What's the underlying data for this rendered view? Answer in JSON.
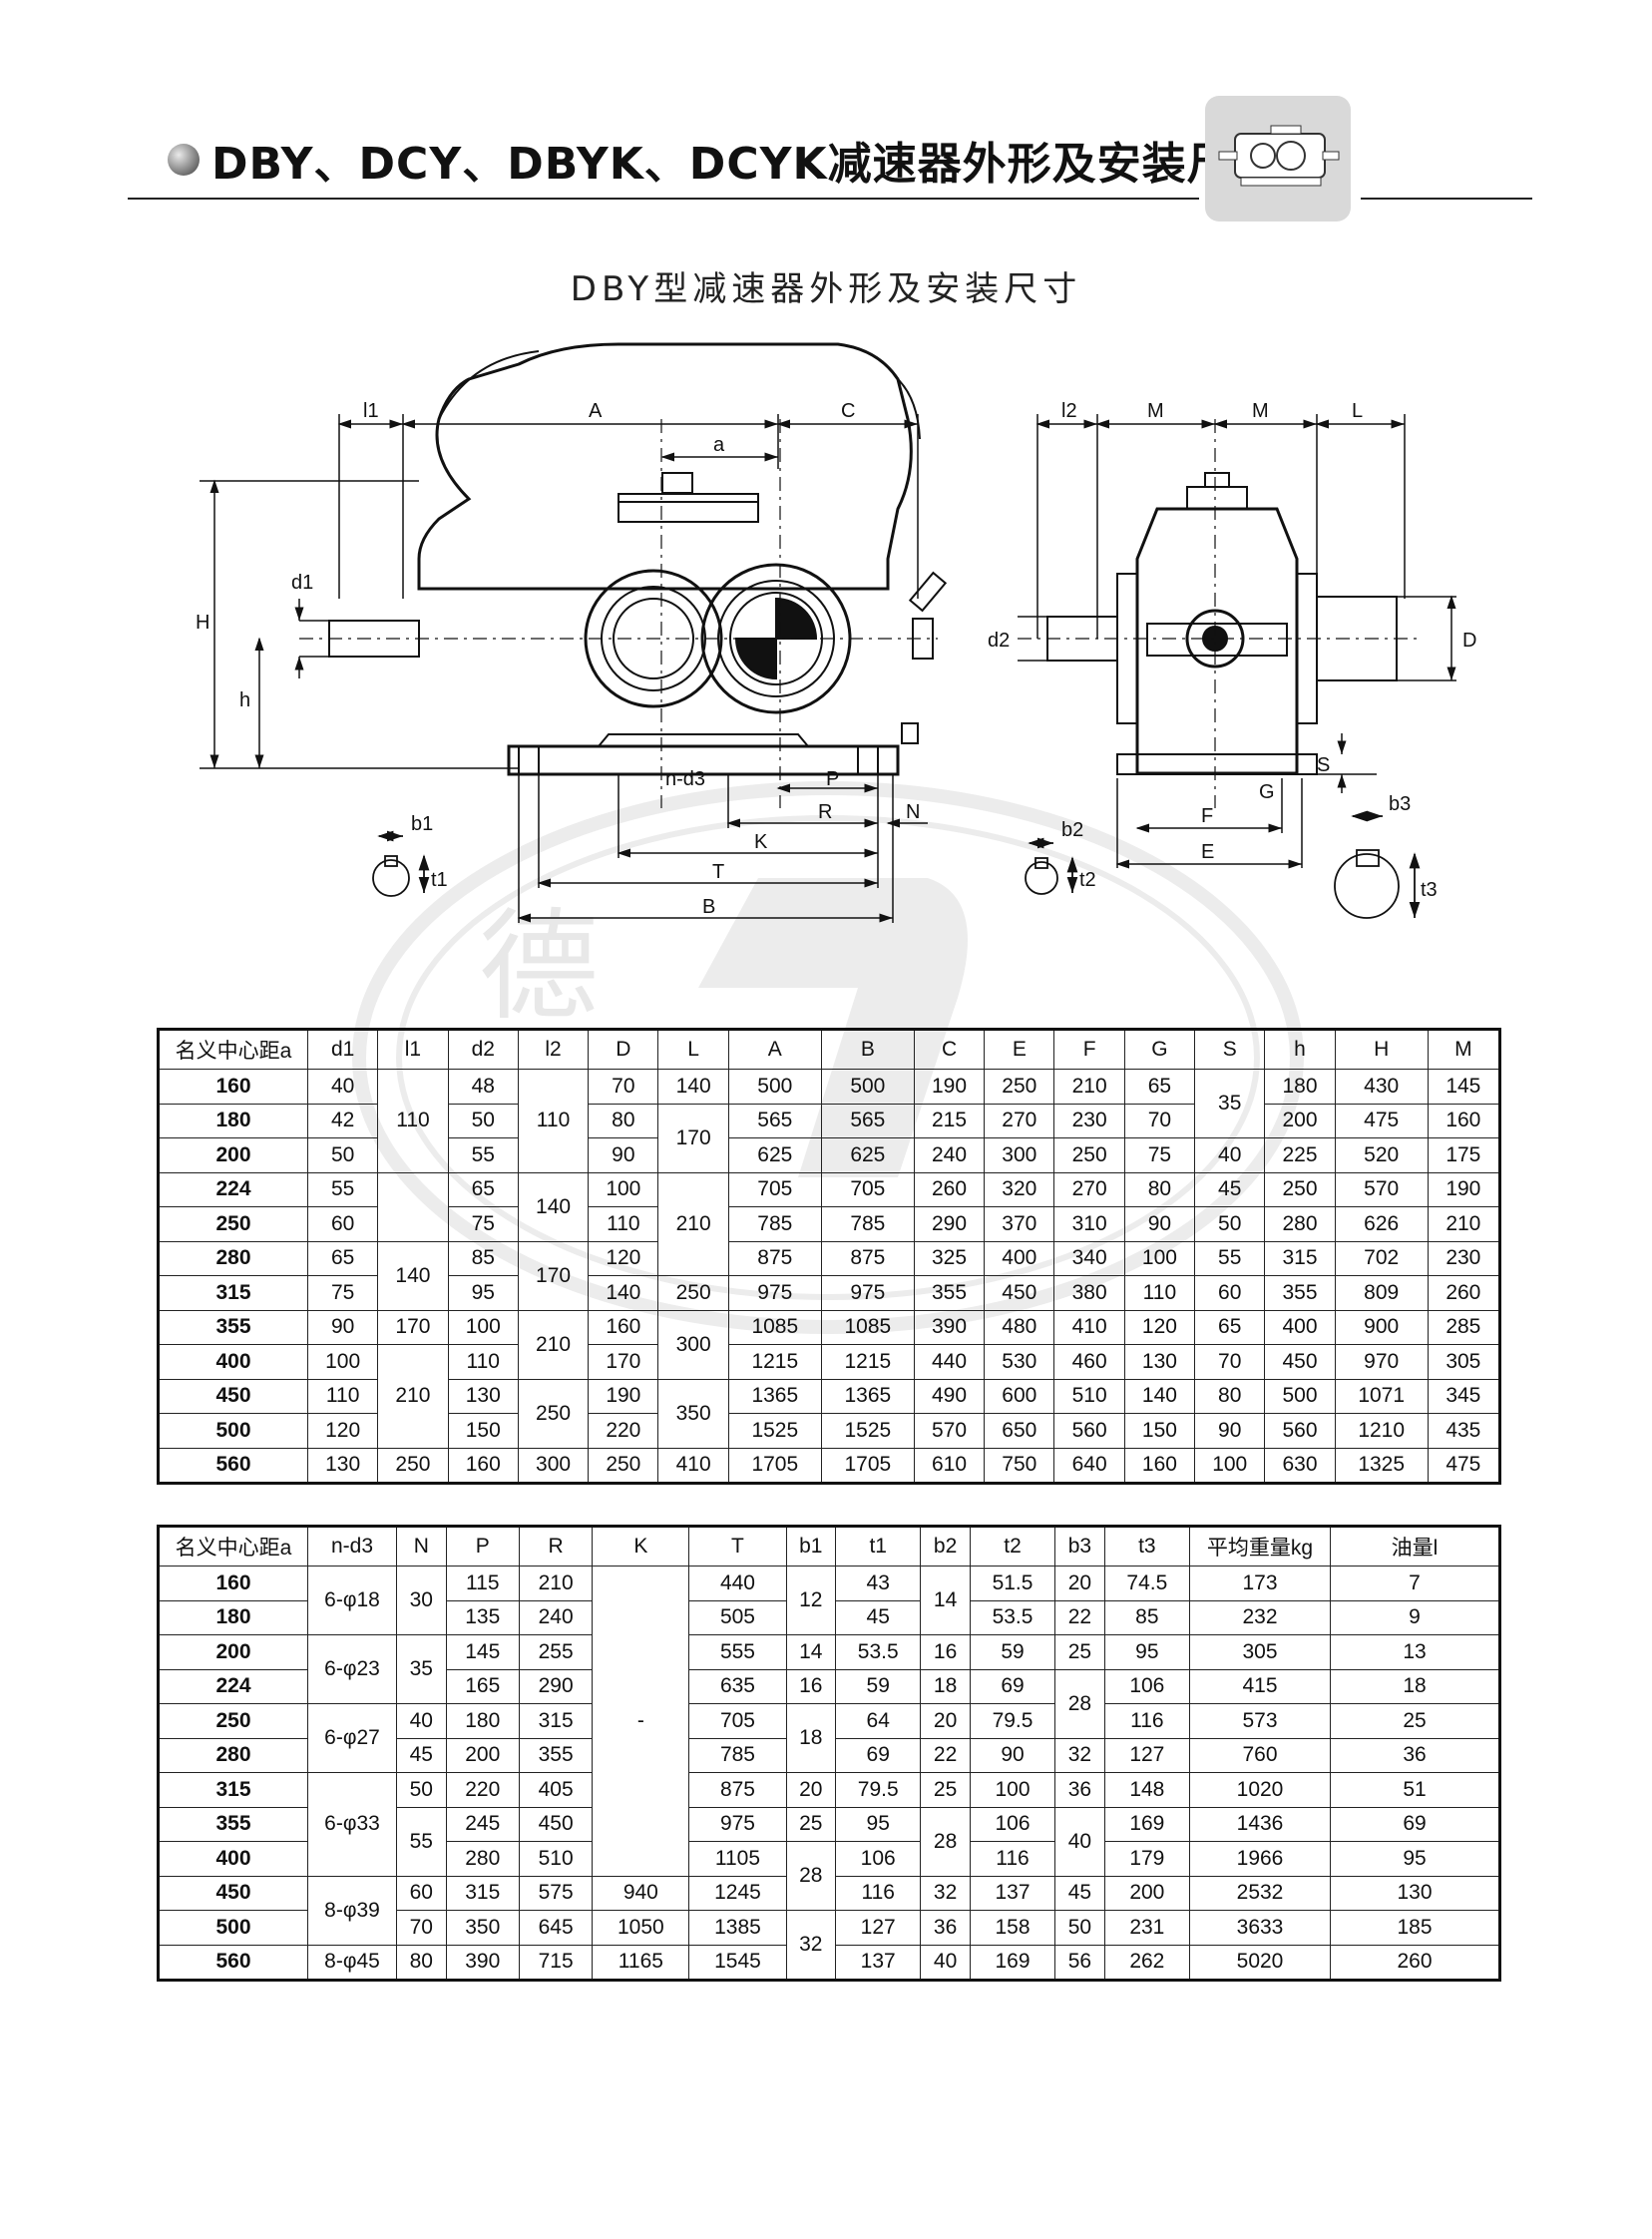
{
  "header": {
    "title": "DBY、DCY、DBYK、DCYK减速器外形及安装尺寸"
  },
  "subtitle": "DBY型减速器外形及安装尺寸",
  "drawing": {
    "left_view": {
      "l1": "l1",
      "A": "A",
      "C": "C",
      "a": "a",
      "d1": "d1",
      "H": "H",
      "h": "h",
      "n_d3": "n-d3",
      "P": "P",
      "R": "R",
      "N": "N",
      "K": "K",
      "T": "T",
      "B": "B"
    },
    "right_view": {
      "l2": "l2",
      "M1": "M",
      "M2": "M",
      "L": "L",
      "d2": "d2",
      "D": "D",
      "S": "S",
      "G": "G",
      "F": "F",
      "E": "E"
    },
    "key_details": {
      "b1": "b1",
      "t1": "t1",
      "b2": "b2",
      "t2": "t2",
      "b3": "b3",
      "t3": "t3"
    }
  },
  "table1": {
    "headers": [
      "名义中心距a",
      "d1",
      "l1",
      "d2",
      "l2",
      "D",
      "L",
      "A",
      "B",
      "C",
      "E",
      "F",
      "G",
      "S",
      "h",
      "H",
      "M"
    ],
    "rows": [
      [
        "160",
        "40",
        "110",
        "48",
        "110",
        "70",
        "140",
        "500",
        "500",
        "190",
        "250",
        "210",
        "65",
        "35",
        "180",
        "430",
        "145"
      ],
      [
        "180",
        "42",
        "",
        "50",
        "",
        "80",
        "170",
        "565",
        "565",
        "215",
        "270",
        "230",
        "70",
        "",
        "200",
        "475",
        "160"
      ],
      [
        "200",
        "50",
        "",
        "55",
        "",
        "90",
        "",
        "625",
        "625",
        "240",
        "300",
        "250",
        "75",
        "40",
        "225",
        "520",
        "175"
      ],
      [
        "224",
        "55",
        "",
        "65",
        "140",
        "100",
        "210",
        "705",
        "705",
        "260",
        "320",
        "270",
        "80",
        "45",
        "250",
        "570",
        "190"
      ],
      [
        "250",
        "60",
        "",
        "75",
        "",
        "110",
        "",
        "785",
        "785",
        "290",
        "370",
        "310",
        "90",
        "50",
        "280",
        "626",
        "210"
      ],
      [
        "280",
        "65",
        "140",
        "85",
        "170",
        "120",
        "",
        "875",
        "875",
        "325",
        "400",
        "340",
        "100",
        "55",
        "315",
        "702",
        "230"
      ],
      [
        "315",
        "75",
        "",
        "95",
        "",
        "140",
        "250",
        "975",
        "975",
        "355",
        "450",
        "380",
        "110",
        "60",
        "355",
        "809",
        "260"
      ],
      [
        "355",
        "90",
        "170",
        "100",
        "210",
        "160",
        "300",
        "1085",
        "1085",
        "390",
        "480",
        "410",
        "120",
        "65",
        "400",
        "900",
        "285"
      ],
      [
        "400",
        "100",
        "210",
        "110",
        "",
        "170",
        "",
        "1215",
        "1215",
        "440",
        "530",
        "460",
        "130",
        "70",
        "450",
        "970",
        "305"
      ],
      [
        "450",
        "110",
        "",
        "130",
        "250",
        "190",
        "350",
        "1365",
        "1365",
        "490",
        "600",
        "510",
        "140",
        "80",
        "500",
        "1071",
        "345"
      ],
      [
        "500",
        "120",
        "",
        "150",
        "",
        "220",
        "",
        "1525",
        "1525",
        "570",
        "650",
        "560",
        "150",
        "90",
        "560",
        "1210",
        "435"
      ],
      [
        "560",
        "130",
        "250",
        "160",
        "300",
        "250",
        "410",
        "1705",
        "1705",
        "610",
        "750",
        "640",
        "160",
        "100",
        "630",
        "1325",
        "475"
      ]
    ]
  },
  "table2": {
    "headers": [
      "名义中心距a",
      "n-d3",
      "N",
      "P",
      "R",
      "K",
      "T",
      "b1",
      "t1",
      "b2",
      "t2",
      "b3",
      "t3",
      "平均重量kg",
      "油量l"
    ],
    "rows": [
      [
        "160",
        "6-φ18",
        "30",
        "115",
        "210",
        "-",
        "440",
        "12",
        "43",
        "14",
        "51.5",
        "20",
        "74.5",
        "173",
        "7"
      ],
      [
        "180",
        "",
        "",
        "135",
        "240",
        "",
        "505",
        "",
        "45",
        "",
        "53.5",
        "22",
        "85",
        "232",
        "9"
      ],
      [
        "200",
        "6-φ23",
        "35",
        "145",
        "255",
        "",
        "555",
        "14",
        "53.5",
        "16",
        "59",
        "25",
        "95",
        "305",
        "13"
      ],
      [
        "224",
        "",
        "",
        "165",
        "290",
        "",
        "635",
        "16",
        "59",
        "18",
        "69",
        "28",
        "106",
        "415",
        "18"
      ],
      [
        "250",
        "6-φ27",
        "40",
        "180",
        "315",
        "",
        "705",
        "18",
        "64",
        "20",
        "79.5",
        "",
        "116",
        "573",
        "25"
      ],
      [
        "280",
        "",
        "45",
        "200",
        "355",
        "",
        "785",
        "",
        "69",
        "22",
        "90",
        "32",
        "127",
        "760",
        "36"
      ],
      [
        "315",
        "6-φ33",
        "50",
        "220",
        "405",
        "",
        "875",
        "20",
        "79.5",
        "25",
        "100",
        "36",
        "148",
        "1020",
        "51"
      ],
      [
        "355",
        "",
        "55",
        "245",
        "450",
        "",
        "975",
        "25",
        "95",
        "28",
        "106",
        "40",
        "169",
        "1436",
        "69"
      ],
      [
        "400",
        "",
        "",
        "280",
        "510",
        "",
        "1105",
        "28",
        "106",
        "",
        "116",
        "",
        "179",
        "1966",
        "95"
      ],
      [
        "450",
        "8-φ39",
        "60",
        "315",
        "575",
        "940",
        "1245",
        "",
        "116",
        "32",
        "137",
        "45",
        "200",
        "2532",
        "130"
      ],
      [
        "500",
        "",
        "70",
        "350",
        "645",
        "1050",
        "1385",
        "32",
        "127",
        "36",
        "158",
        "50",
        "231",
        "3633",
        "185"
      ],
      [
        "560",
        "8-φ45",
        "80",
        "390",
        "715",
        "1165",
        "1545",
        "",
        "137",
        "40",
        "169",
        "56",
        "262",
        "5020",
        "260"
      ]
    ]
  }
}
